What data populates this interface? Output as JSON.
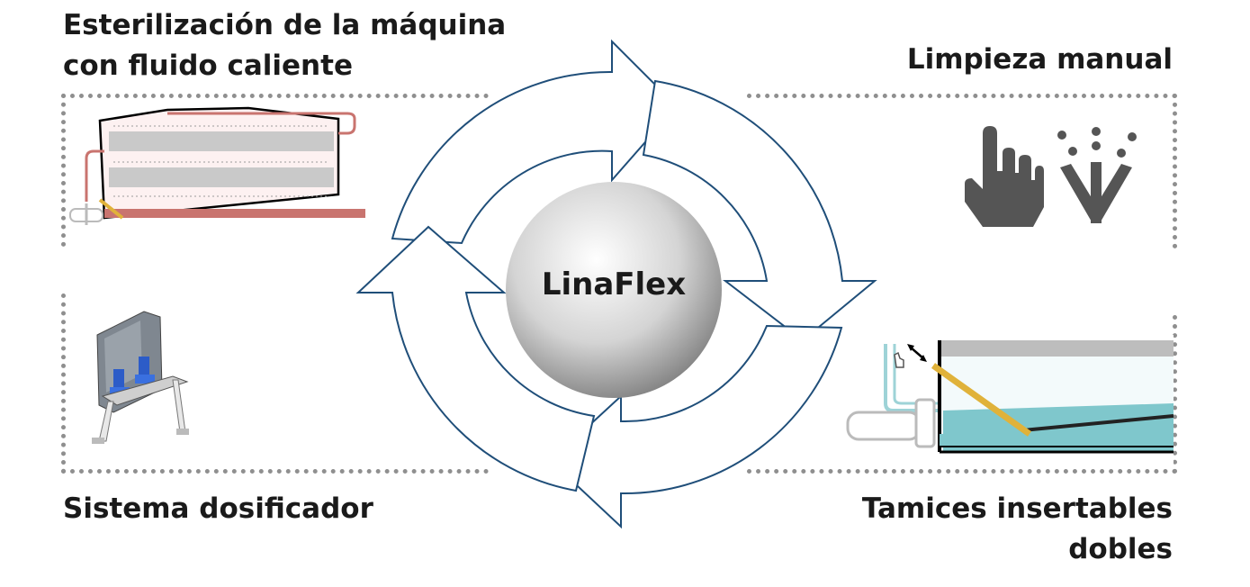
{
  "diagram": {
    "center_label": "LinaFlex",
    "top_left_title": "Esterilización de la máquina con fluido caliente",
    "top_right_title": "Limpieza manual",
    "bottom_left_title": "Sistema dosificador",
    "bottom_right_title": "Tamices insertables dobles"
  },
  "colors": {
    "arrow_outline": "#1f4e79",
    "dotted_border": "#8f8f8f",
    "icon_gray": "#555555",
    "fluid_teal": "#7fc7cc",
    "hot_red": "#c9746f",
    "sieve_yellow": "#e0b23a"
  }
}
